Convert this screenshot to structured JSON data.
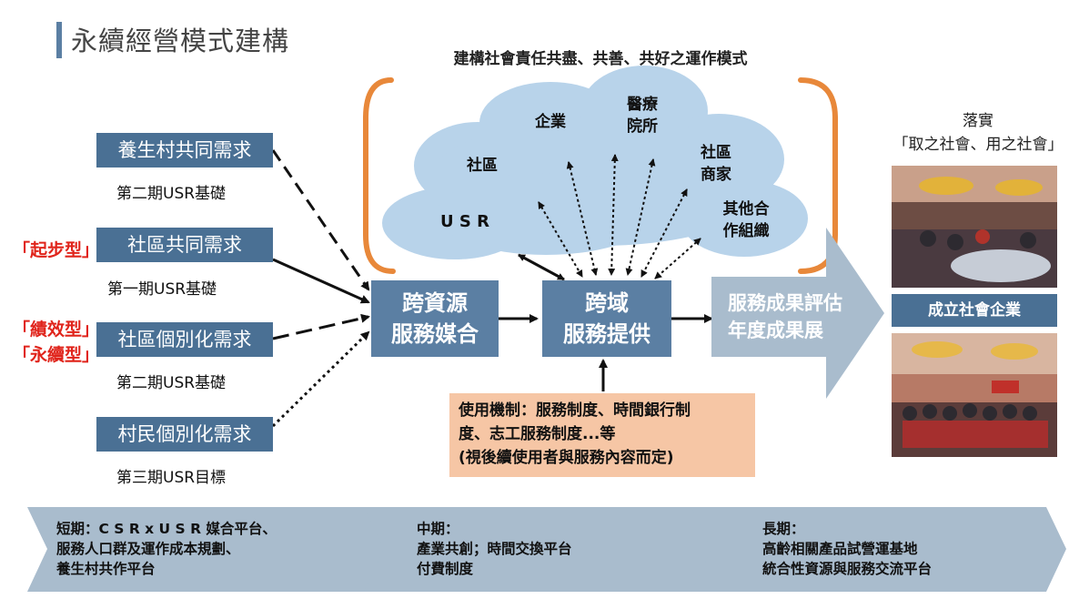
{
  "header": {
    "title": "永續經營模式建構",
    "subtitle": "建構社會責任共盡、共善、共好之運作模式"
  },
  "needs": [
    {
      "label": "養生村共同需求",
      "phase": "第二期USR基礎"
    },
    {
      "label": "社區共同需求",
      "phase": "第一期USR基礎"
    },
    {
      "label": "社區個別化需求",
      "phase": "第二期USR基礎"
    },
    {
      "label": "村民個別化需求",
      "phase": "第三期USR目標"
    }
  ],
  "tags": {
    "start": "「起步型」",
    "performance": "「績效型」",
    "sustain": "「永續型」"
  },
  "hubs": {
    "matching": [
      "跨資源",
      "服務媒合"
    ],
    "crossdomain": [
      "跨域",
      "服務提供"
    ]
  },
  "result": [
    "服務成果評估",
    "年度成果展"
  ],
  "cloud": {
    "usr": "U S R",
    "community": "社區",
    "enterprise": "企業",
    "hospital": [
      "醫療",
      "院所"
    ],
    "merchants": [
      "社區",
      "商家"
    ],
    "partners": [
      "其他合",
      "作組織"
    ]
  },
  "mechanism": [
    "使用機制：服務制度、時間銀行制",
    "度、志工服務制度...等",
    "(視後續使用者與服務內容而定)"
  ],
  "right_panel": {
    "heading": [
      "落實",
      "「取之社會、用之社會」"
    ],
    "badge": "成立社會企業"
  },
  "stages": [
    {
      "lines": [
        "短期：C S R x U S R 媒合平台、",
        "服務人口群及運作成本規劃、",
        "養生村共作平台"
      ]
    },
    {
      "lines": [
        "中期：",
        "產業共創；時間交換平台",
        "付費制度"
      ]
    },
    {
      "lines": [
        "長期：",
        "高齡相關產品試營運基地",
        "統合性資源與服務交流平台"
      ]
    }
  ],
  "colors": {
    "box_blue": "#4a7094",
    "hub_blue": "#5b7fa3",
    "cloud": "#b8d3ea",
    "bracket": "#e8883a",
    "arrow_gray": "#a9bccd",
    "mechanism_bg": "#f6c6a5",
    "tag_red": "#e0241b"
  }
}
